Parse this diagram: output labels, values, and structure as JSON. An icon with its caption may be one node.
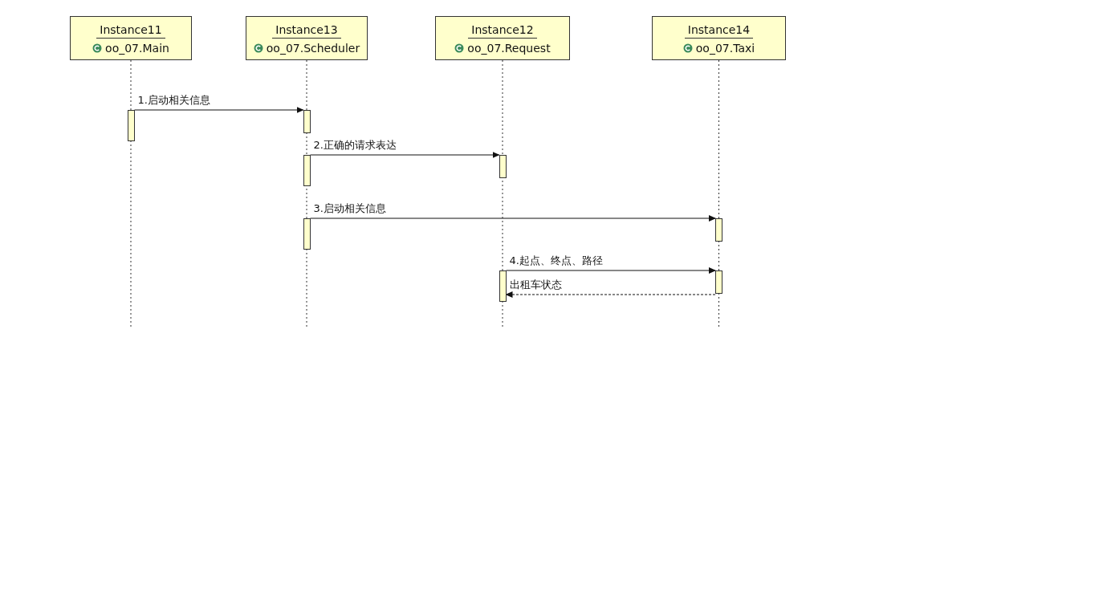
{
  "diagram": {
    "nodes": [
      {
        "text": [
          "Instance11",
          "oo_07.Main"
        ]
      },
      {
        "text": [
          "Instance13",
          "oo_07.Scheduler"
        ]
      },
      {
        "text": [
          "Instance12",
          "oo_07.Request"
        ]
      },
      {
        "text": [
          "Instance14",
          "oo_07.Taxi"
        ]
      },
      {
        "text": [],
        "shape": "bar"
      },
      {
        "text": [],
        "shape": "bar"
      },
      {
        "text": [],
        "shape": "bar"
      },
      {
        "text": [],
        "shape": "bar"
      },
      {
        "text": [],
        "shape": "bar"
      },
      {
        "text": [],
        "shape": "bar"
      },
      {
        "text": [],
        "shape": "bar"
      },
      {
        "text": [],
        "shape": "bar"
      }
    ],
    "edges": [
      {
        "from": 4,
        "to": 5,
        "arrow": "to",
        "label": "1.启动相关信息"
      },
      {
        "from": 6,
        "to": 8,
        "arrow": "to",
        "label": "2.正确的请求表达"
      },
      {
        "from": 7,
        "to": 10,
        "arrow": "to",
        "label": "3.启动相关信息"
      },
      {
        "from": 9,
        "to": 11,
        "arrow": "to",
        "label": "4.起点、终点、路径"
      },
      {
        "from": 11,
        "to": 9,
        "arrow": "to",
        "label": "出租车状态",
        "style": "dashed"
      }
    ]
  }
}
